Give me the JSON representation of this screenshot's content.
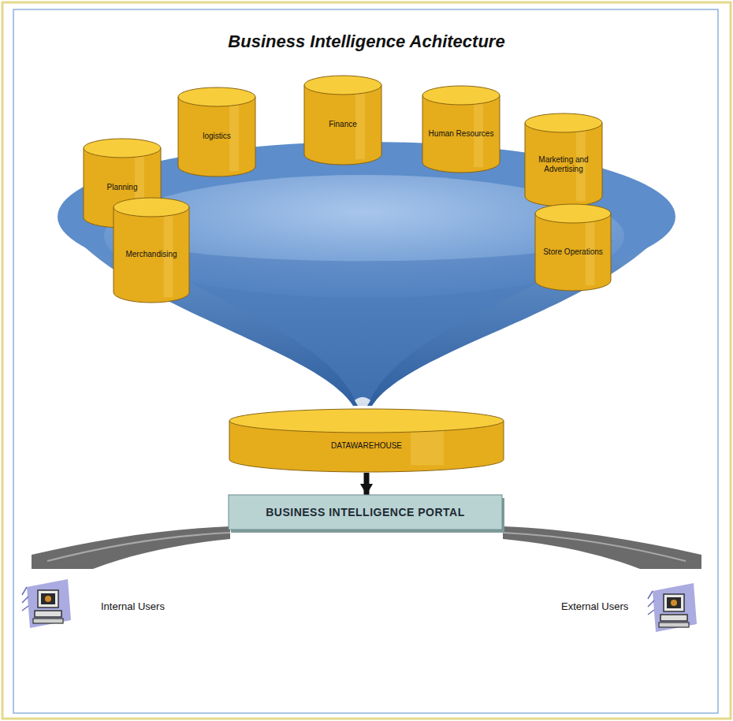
{
  "diagram": {
    "title": "Business Intelligence Achitecture",
    "nodes": [
      {
        "text": [
          "logistics"
        ]
      },
      {
        "text": [
          "Finance"
        ]
      },
      {
        "text": [
          "Human Resources"
        ]
      },
      {
        "text": [
          "Marketing and Advertising"
        ]
      },
      {
        "text": [
          "Planning"
        ]
      },
      {
        "text": [
          "Merchandising"
        ]
      },
      {
        "text": [
          "Store Operations"
        ]
      },
      {
        "text": [
          "DATAWAREHOUSE"
        ]
      },
      {
        "text": [
          "BUSINESS INTELLIGENCE PORTAL"
        ]
      }
    ],
    "edges": [
      {
        "from": 7,
        "to": 8,
        "arrow": "to"
      }
    ],
    "labels": [
      "Internal Users",
      "External Users"
    ]
  }
}
